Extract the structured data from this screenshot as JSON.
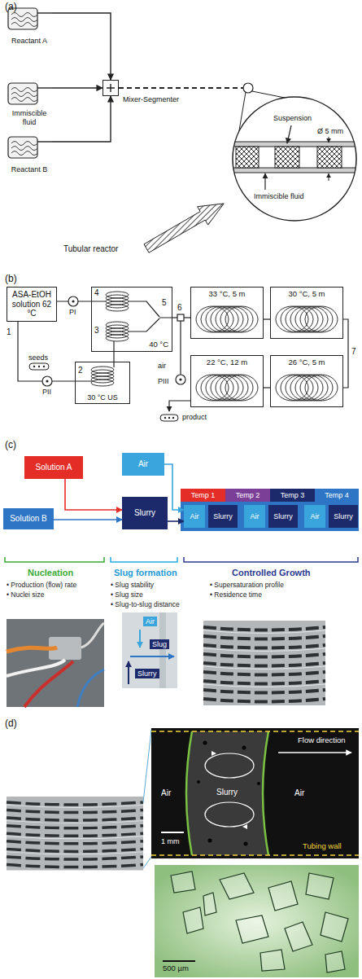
{
  "diagram": {
    "nodes": [
      {
        "text": [
          "Reactant A"
        ]
      },
      {
        "text": [
          "Immiscible fluid"
        ]
      },
      {
        "text": [
          "Reactant B"
        ]
      },
      {
        "text": [
          "Mixer-Segmenter"
        ]
      },
      {
        "text": [
          "ASA-EtOH solution 62 °C"
        ]
      },
      {
        "text": [
          "40 °C"
        ]
      },
      {
        "text": [
          "30 °C US"
        ]
      },
      {
        "text": [
          "33 °C, 5 m"
        ]
      },
      {
        "text": [
          "30 °C, 5 m"
        ]
      },
      {
        "text": [
          "22 °C, 12 m"
        ]
      },
      {
        "text": [
          "26 °C, 5 m"
        ]
      },
      {
        "text": [
          "Solution A"
        ]
      },
      {
        "text": [
          "Solution B"
        ]
      },
      {
        "text": [
          "Air"
        ]
      },
      {
        "text": [
          "Slurry"
        ]
      },
      {
        "text": [
          "Temp 1"
        ]
      },
      {
        "text": [
          "Temp 2"
        ]
      },
      {
        "text": [
          "Temp 3"
        ]
      },
      {
        "text": [
          "Temp 4"
        ]
      },
      {
        "text": [
          "Air"
        ]
      },
      {
        "text": [
          "Slurry"
        ]
      },
      {
        "text": [
          "Air"
        ]
      },
      {
        "text": [
          "Slurry"
        ]
      },
      {
        "text": [
          "Air"
        ]
      },
      {
        "text": [
          "Slurry"
        ]
      }
    ],
    "edges": [
      {
        "from": 0,
        "to": 3,
        "arrow": "to"
      },
      {
        "from": 1,
        "to": 3,
        "arrow": "to"
      },
      {
        "from": 2,
        "to": 3,
        "arrow": "to"
      },
      {
        "from": 4,
        "to": 5,
        "arrow": "none"
      },
      {
        "from": 4,
        "to": 6,
        "arrow": "none"
      },
      {
        "from": 6,
        "to": 5,
        "arrow": "none"
      },
      {
        "from": 5,
        "to": 7,
        "arrow": "none"
      },
      {
        "from": 7,
        "to": 8,
        "arrow": "none"
      },
      {
        "from": 8,
        "to": 10,
        "arrow": "none"
      },
      {
        "from": 10,
        "to": 9,
        "arrow": "none"
      },
      {
        "from": 11,
        "to": 14,
        "arrow": "to"
      },
      {
        "from": 12,
        "to": 14,
        "arrow": "to"
      },
      {
        "from": 13,
        "to": 19,
        "arrow": "to"
      },
      {
        "from": 14,
        "to": 19,
        "arrow": "to"
      }
    ],
    "labels": [
      "(a)",
      "Suspension",
      "Ø 5 mm",
      "Immiscible fluid",
      "Tubular reactor",
      "(b)",
      "1",
      "PI",
      "PII",
      "seeds",
      "2",
      "4",
      "3",
      "5",
      "6",
      "air",
      "PIII",
      "7",
      "product",
      "(c)",
      "Nucleation",
      "• Production (flow) rate",
      "• Nuclei size",
      "Slug formation",
      "• Slug stability",
      "• Slug size",
      "• Slug-to-slug distance",
      "Controlled Growth",
      "• Supersaturation profile",
      "• Residence time",
      "Air",
      "Slug",
      "Slurry",
      "(d)",
      "Air",
      "Flow direction",
      "Slurry",
      "Air",
      "1 mm",
      "Tubing wall",
      "500 µm"
    ]
  }
}
